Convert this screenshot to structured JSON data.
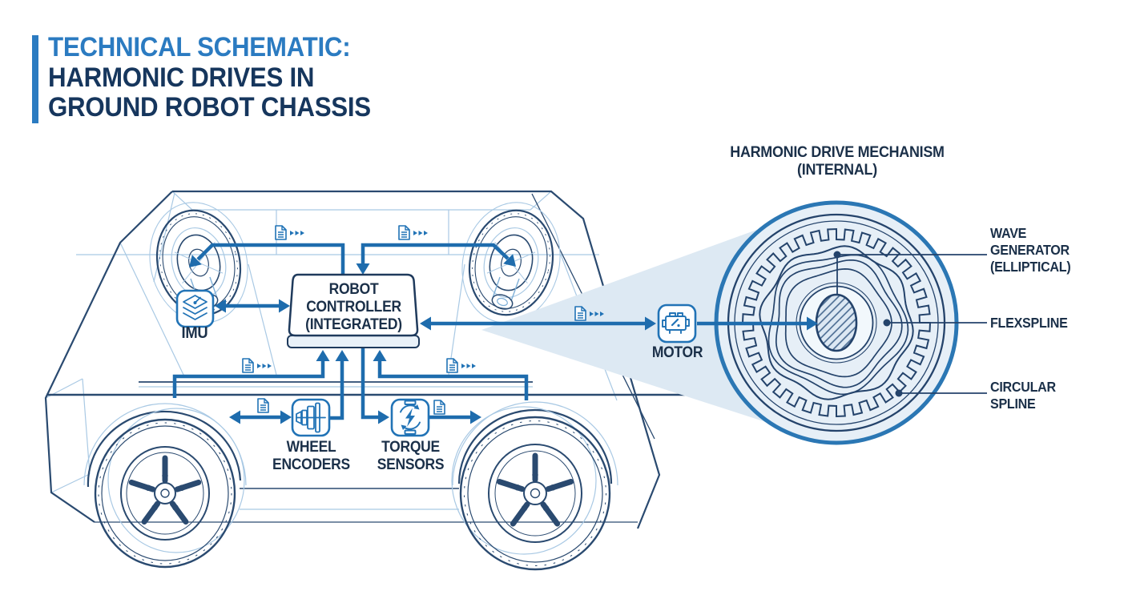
{
  "title": {
    "accent": "TECHNICAL SCHEMATIC:",
    "line2": "HARMONIC DRIVES IN",
    "line3": "GROUND ROBOT CHASSIS"
  },
  "chassis_labels": {
    "imu": "IMU",
    "controller_l1": "ROBOT",
    "controller_l2": "CONTROLLER",
    "controller_l3": "(INTEGRATED)",
    "wheel_encoders_l1": "WHEEL",
    "wheel_encoders_l2": "ENCODERS",
    "torque_sensors_l1": "TORQUE",
    "torque_sensors_l2": "SENSORS",
    "motor": "MOTOR"
  },
  "detail": {
    "heading_l1": "HARMONIC DRIVE MECHANISM",
    "heading_l2": "(INTERNAL)",
    "wave_l1": "WAVE",
    "wave_l2": "GENERATOR",
    "wave_l3": "(ELLIPTICAL)",
    "flexspline": "FLEXSPLINE",
    "circular_l1": "CIRCULAR",
    "circular_l2": "SPLINE"
  },
  "icons": {
    "imu": "imu-gyroscope-icon",
    "wheel_encoders": "wheel-encoder-icon",
    "torque_sensors": "torque-sensor-icon",
    "motor": "motor-icon",
    "document": "data-document-icon",
    "stream": "data-stream-arrows-icon"
  },
  "colors": {
    "accent_blue": "#2b7bc1",
    "title_navy": "#16365d",
    "arrow_blue": "#1e6cad",
    "diagram_navy": "#24436b",
    "icon_blue": "#2173b6",
    "detail_fill": "#e6eff7",
    "wedge_fill": "#dde9f3",
    "chassis_light": "#a9c9e4"
  }
}
